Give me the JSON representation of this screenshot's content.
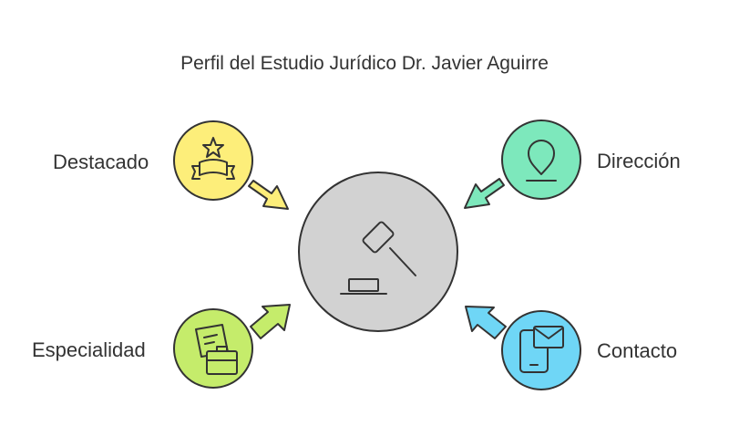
{
  "title": "Perfil del Estudio Jurídico Dr. Javier Aguirre",
  "center": {
    "icon": "gavel-icon",
    "fill": "#d2d2d2"
  },
  "nodes": [
    {
      "id": "destacado",
      "label": "Destacado",
      "icon": "star-ribbon-icon",
      "fill": "#fdee7a"
    },
    {
      "id": "direccion",
      "label": "Dirección",
      "icon": "location-pin-icon",
      "fill": "#7de8bc"
    },
    {
      "id": "especialidad",
      "label": "Especialidad",
      "icon": "documents-briefcase-icon",
      "fill": "#c5ec6b"
    },
    {
      "id": "contacto",
      "label": "Contacto",
      "icon": "phone-mail-icon",
      "fill": "#6fd6f6"
    }
  ]
}
